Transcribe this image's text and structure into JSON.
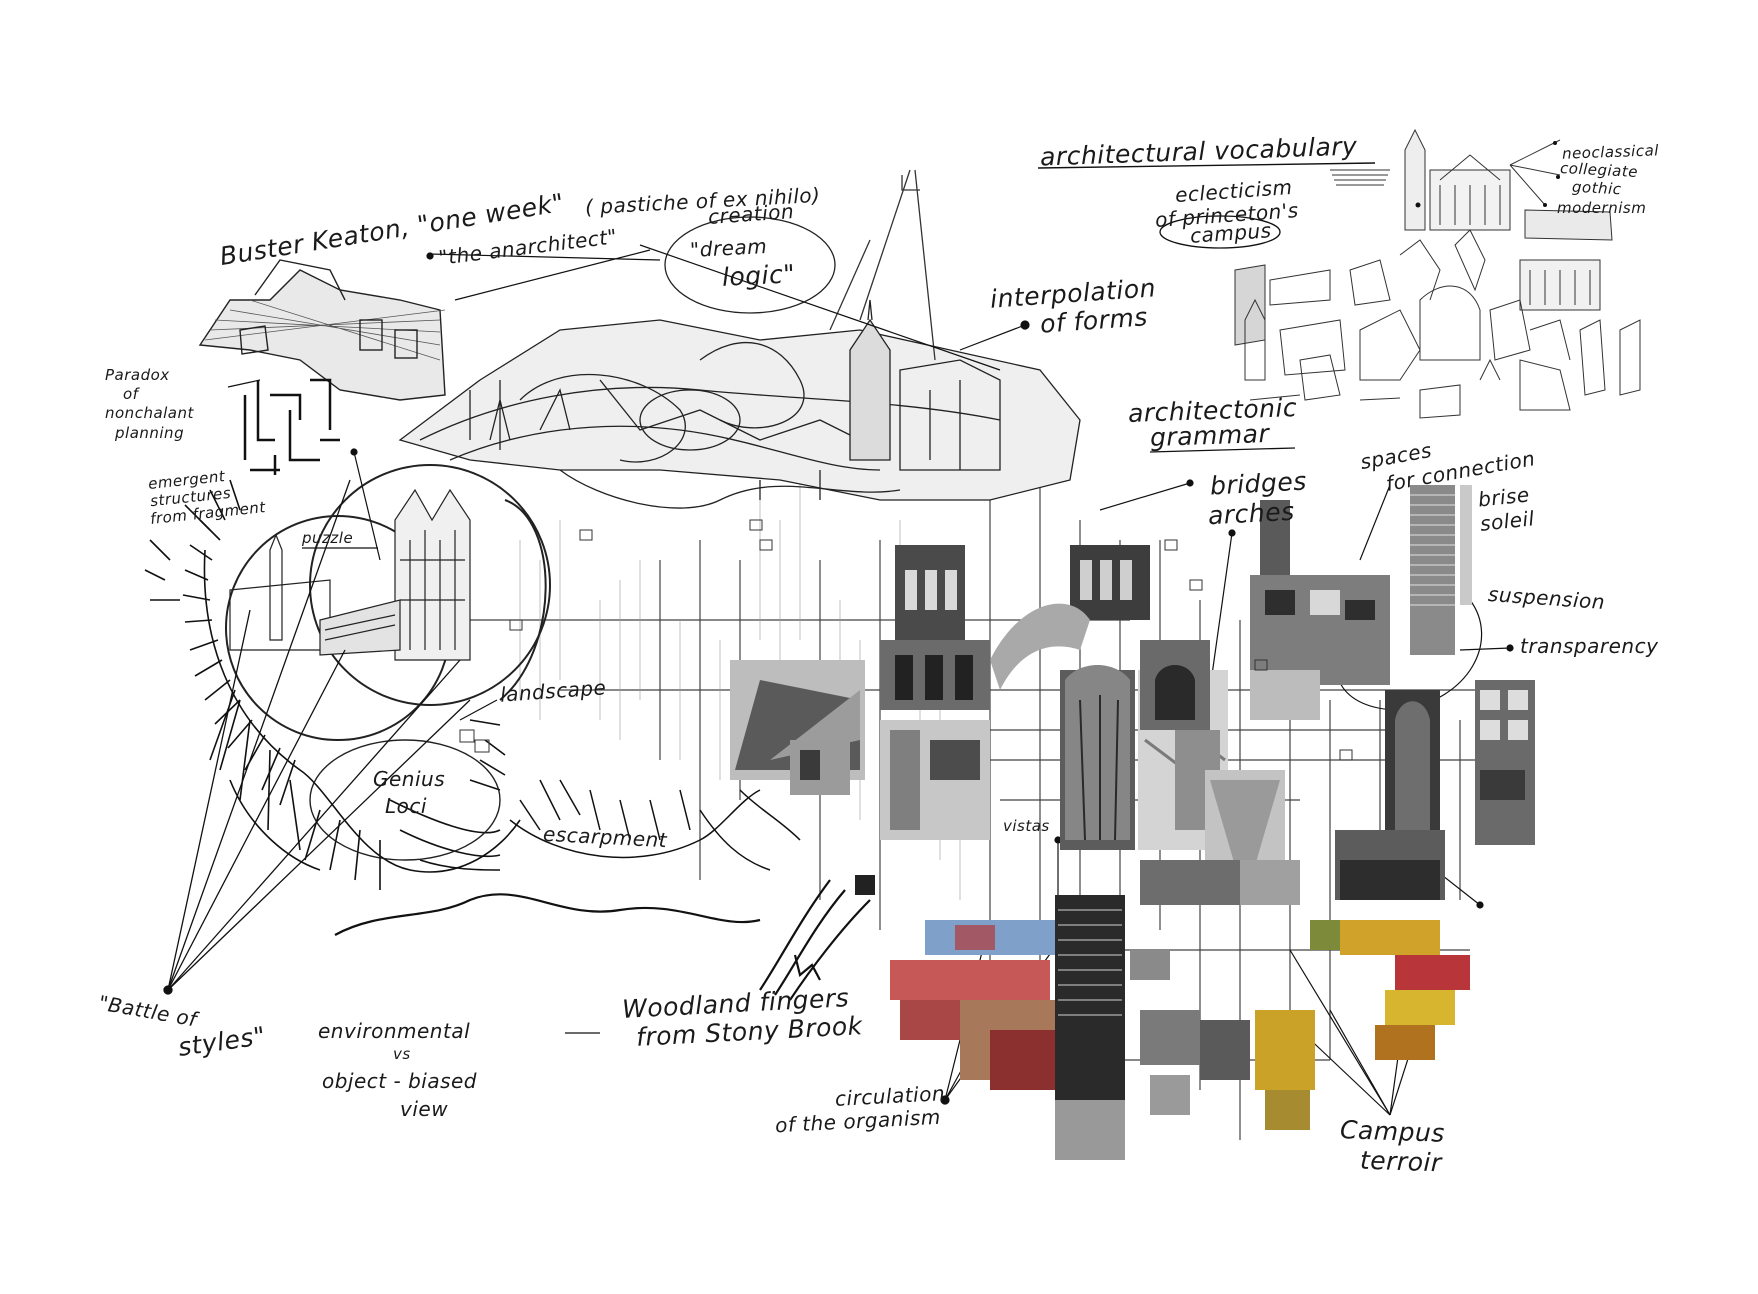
{
  "labels": {
    "buster_keaton": "Buster Keaton, \"one week\"",
    "pastiche": "( pastiche of ex nihilo)",
    "creation": "creation",
    "anarchitect": "\"the anarchitect\"",
    "dream": "\"dream",
    "logic": "logic\"",
    "paradox_1": "Paradox",
    "paradox_2": "of",
    "paradox_3": "nonchalant",
    "paradox_4": "planning",
    "emergent_1": "emergent",
    "emergent_2": "structures",
    "emergent_3": "from fragment",
    "puzzle": "puzzle",
    "interpolation_1": "interpolation",
    "interpolation_2": "of forms",
    "arch_vocab": "architectural vocabulary",
    "eclecticism_1": "eclecticism",
    "eclecticism_2": "of princeton's",
    "eclecticism_3": "campus",
    "neoclassical": "neoclassical",
    "collegiate_1": "collegiate",
    "collegiate_2": "gothic",
    "modernism": "modernism",
    "arch_grammar_1": "architectonic",
    "arch_grammar_2": "grammar",
    "spaces_1": "spaces",
    "spaces_2": "for connection",
    "bridges": "bridges",
    "arches": "arches",
    "brise_1": "brise",
    "brise_2": "soleil",
    "suspension": "suspension",
    "transparency": "transparency",
    "landscape": "landscape",
    "genius_1": "Genius",
    "genius_2": "Loci",
    "escarpment": "escarpment",
    "vistas": "vistas",
    "battle_1": "\"Battle of",
    "battle_2": "styles\"",
    "env_1": "environmental",
    "env_2": "vs",
    "env_3": "object - biased",
    "env_4": "view",
    "woodland_1": "Woodland fingers",
    "woodland_2": "from Stony Brook",
    "circulation_1": "circulation",
    "circulation_2": "of the organism",
    "campus_1": "Campus",
    "campus_2": "terroir"
  },
  "colors": {
    "ink": "#1a1a1a",
    "pencil": "#555555",
    "photo_dark": "#2b2b2b",
    "photo_mid": "#8a8a8a",
    "photo_light": "#cfcfcf",
    "autumn_yellow": "#c9a227",
    "autumn_red": "#b8353a",
    "autumn_orange": "#d77a2a",
    "foliage_green": "#7c8a3a",
    "sky_blue": "#7fa0c8"
  }
}
